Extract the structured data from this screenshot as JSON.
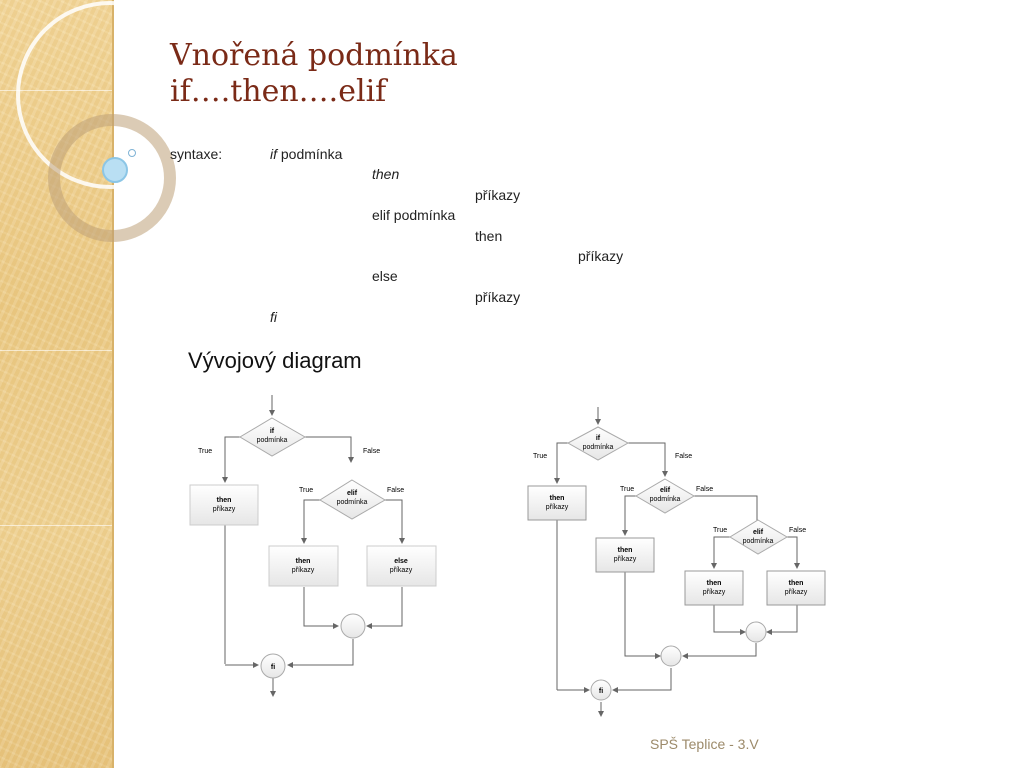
{
  "slide": {
    "title_line1": "Vnořená podmínka",
    "title_line2": "if….then….elif",
    "subheading": "Vývojový diagram",
    "footer": "SPŠ Teplice - 3.V"
  },
  "syntax": {
    "label": "syntaxe:",
    "if_kw": "if",
    "if_cond": "podmínka",
    "then1": "then",
    "cmds1": "příkazy",
    "elif_line": "elif podmínka",
    "then2": "then",
    "cmds2": "příkazy",
    "else_kw": "else",
    "cmds3": "příkazy",
    "fi_kw": "fi"
  },
  "diagram_left": {
    "if_bold": "if",
    "if_text": "podmínka",
    "elif_bold": "elif",
    "elif_text": "podmínka",
    "then_bold": "then",
    "then_text": "příkazy",
    "then2_bold": "then",
    "then2_text": "příkazy",
    "else_bold": "else",
    "else_text": "příkazy",
    "true_label": "True",
    "false_label": "False",
    "fi": "fi"
  },
  "diagram_right": {
    "if_bold": "if",
    "if_text": "podmínka",
    "elif_bold": "elif",
    "elif_text": "podmínka",
    "elif2_bold": "elif",
    "elif2_text": "podmínka",
    "then_bold": "then",
    "then_text": "příkazy",
    "true_label": "True",
    "false_label": "False",
    "fi": "fi"
  }
}
